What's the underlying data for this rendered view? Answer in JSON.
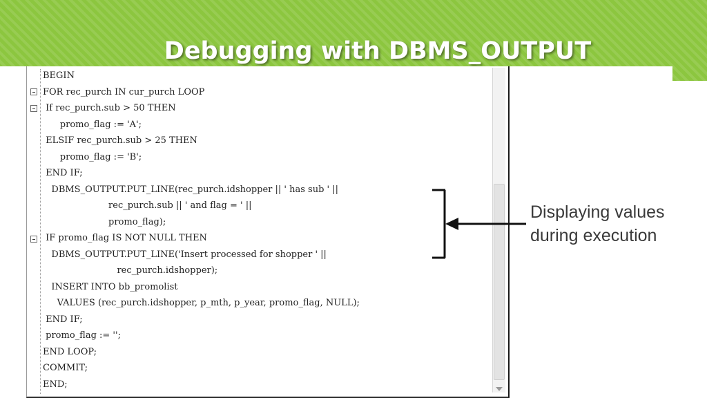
{
  "slide": {
    "title": "Debugging with DBMS_OUTPUT",
    "banner_color": "#8cc63f",
    "callout_line1": "Displaying values",
    "callout_line2": "during execution"
  },
  "code": {
    "lines": [
      "BEGIN",
      "FOR rec_purch IN cur_purch LOOP",
      " If rec_purch.sub > 50 THEN",
      "      promo_flag := 'A';",
      " ELSIF rec_purch.sub > 25 THEN",
      "      promo_flag := 'B';",
      " END IF;",
      "   DBMS_OUTPUT.PUT_LINE(rec_purch.idshopper || ' has sub ' ||",
      "                       rec_purch.sub || ' and flag = ' ||",
      "                       promo_flag);",
      " IF promo_flag IS NOT NULL THEN",
      "   DBMS_OUTPUT.PUT_LINE('Insert processed for shopper ' ||",
      "                          rec_purch.idshopper);",
      "   INSERT INTO bb_promolist",
      "     VALUES (rec_purch.idshopper, p_mth, p_year, promo_flag, NULL);",
      " END IF;",
      " promo_flag := '';",
      "END LOOP;",
      "COMMIT;",
      "END;"
    ]
  }
}
